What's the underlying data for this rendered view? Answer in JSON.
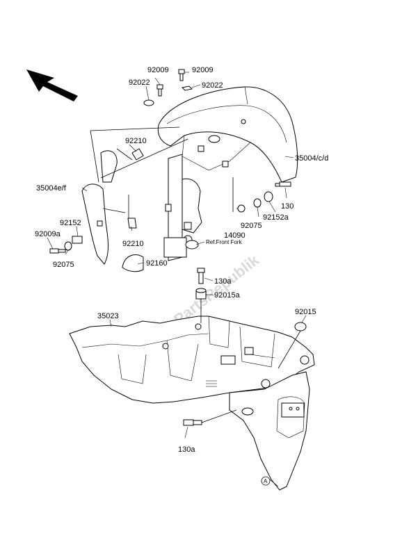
{
  "watermark": "PartsRepublik",
  "reference_note": "Ref.Front Fork",
  "callouts": {
    "c92009_left": "92009",
    "c92009_right": "92009",
    "c92022_left": "92022",
    "c92022_right": "92022",
    "c92210_top": "92210",
    "c92210_bottom": "92210",
    "c35004cd": "35004/c/d",
    "c35004ef": "35004e/f",
    "c92152": "92152",
    "c92009a": "92009a",
    "c92075_left": "92075",
    "c92075_right": "92075",
    "c92152a": "92152a",
    "c130": "130",
    "c14090": "14090",
    "c92160": "92160",
    "c130a_top": "130a",
    "c130a_bottom": "130a",
    "c92015a": "92015a",
    "c92015": "92015",
    "c35023": "35023",
    "cA": "A"
  }
}
